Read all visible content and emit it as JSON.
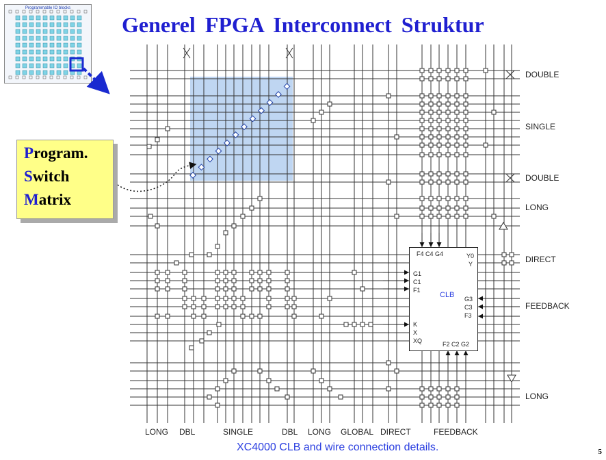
{
  "title": "Generel  FPGA  Interconnect  Struktur",
  "thumbnail": {
    "label": "Programmable IO blocks"
  },
  "callout": {
    "lines": [
      {
        "cap": "P",
        "rest": "rogram."
      },
      {
        "cap": "S",
        "rest": "witch"
      },
      {
        "cap": "M",
        "rest": "atrix"
      }
    ]
  },
  "right_labels": {
    "double_top": "DOUBLE",
    "single": "SINGLE",
    "double_mid": "DOUBLE",
    "long_top": "LONG",
    "direct": "DIRECT",
    "feedback": "FEEDBACK",
    "long_bottom": "LONG"
  },
  "bottom_labels": {
    "long1": "LONG",
    "dbl1": "DBL",
    "single": "SINGLE",
    "dbl2": "DBL",
    "long2": "LONG",
    "global": "GLOBAL",
    "direct": "DIRECT",
    "feedback": "FEEDBACK"
  },
  "clb": {
    "name": "CLB",
    "top_pins": "F4  C4  G4",
    "bottom_pins": "F2  C2  G2",
    "left_pins": [
      "G1",
      "C1",
      "F1",
      "K",
      "X",
      "XQ"
    ],
    "right_pins": [
      "Y0",
      "Y",
      "G3",
      "C3",
      "F3"
    ]
  },
  "caption": "XC4000 CLB and wire connection details.",
  "page_number": "5",
  "colors": {
    "title": "#1f1fd0",
    "highlight": "#a9c8ee",
    "callout_bg": "#ffff88",
    "caption": "#2a3ee0"
  }
}
